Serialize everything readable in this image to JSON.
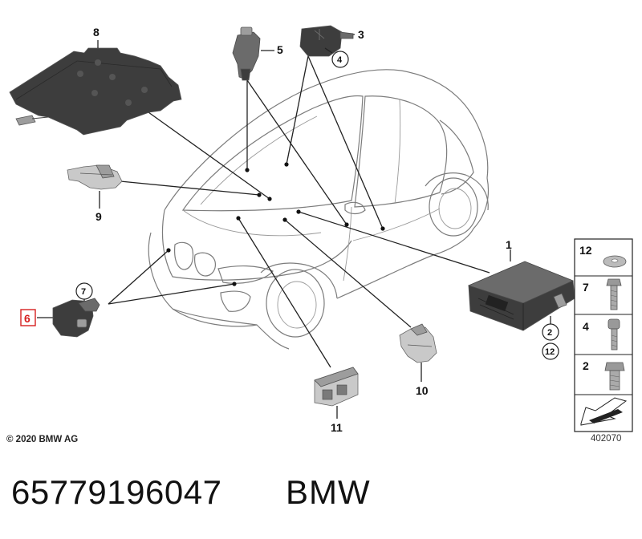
{
  "callouts": {
    "n1": "1",
    "n2": "2",
    "n3": "3",
    "n4": "4",
    "n5": "5",
    "n6": "6",
    "n7": "7",
    "n8": "8",
    "n9": "9",
    "n10": "10",
    "n11": "11",
    "n12": "12"
  },
  "legend": {
    "items": [
      {
        "label": "12",
        "part": "washer"
      },
      {
        "label": "7",
        "part": "hex-bolt"
      },
      {
        "label": "4",
        "part": "socket-bolt"
      },
      {
        "label": "2",
        "part": "torx-bolt"
      }
    ]
  },
  "copyright": "© 2020 BMW AG",
  "diagram_ref": "402070",
  "part_number": "65779196047",
  "brand": "BMW",
  "colors": {
    "highlight": "#d61f1f",
    "part": "#3d3d3d",
    "outline": "#7c7c7c"
  }
}
